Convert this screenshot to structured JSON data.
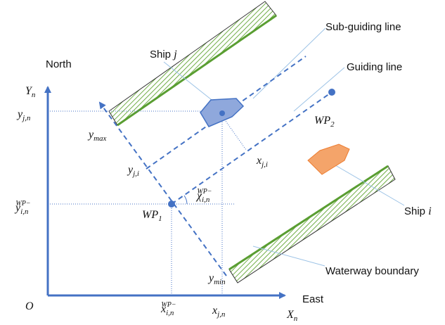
{
  "labels": {
    "north": "North",
    "east": "East",
    "origin": "O",
    "y_axis": "Y",
    "y_axis_sub": "n",
    "x_axis": "X",
    "x_axis_sub": "n",
    "sub_guiding_line": "Sub-guiding line",
    "guiding_line": "Guiding line",
    "ship_j": "Ship",
    "ship_j_index": "j",
    "ship_i": "Ship",
    "ship_i_index": "i",
    "waterway_boundary": "Waterway boundary"
  },
  "math": {
    "y_jn": "y",
    "y_jn_sub": "j,n",
    "y_inwp": "y",
    "y_inwp_sub": "i,n",
    "y_inwp_sup": "WP−",
    "y_max": "y",
    "y_max_sub": "max",
    "y_min": "y",
    "y_min_sub": "min",
    "y_ji": "y",
    "y_ji_sub": "j,i",
    "x_ji": "x",
    "x_ji_sub": "j,i",
    "x_inwp": "x",
    "x_inwp_sub": "i,n",
    "x_inwp_sup": "WP−",
    "x_jn": "x",
    "x_jn_sub": "j,n",
    "chi": "χ",
    "chi_sub": "i,n",
    "chi_sup": "WP−",
    "wp1": "WP",
    "wp1_sub": "1",
    "wp2": "WP",
    "wp2_sub": "2"
  },
  "colors": {
    "axis_blue": "#4472c4",
    "dashed_blue": "#4472c4",
    "ship_j_fill": "#8fa8dc",
    "ship_i_fill": "#f4a46a",
    "boundary_green": "#5a9e32",
    "hatch_green": "#a9d18e",
    "callout_line": "#9dc3e6"
  }
}
